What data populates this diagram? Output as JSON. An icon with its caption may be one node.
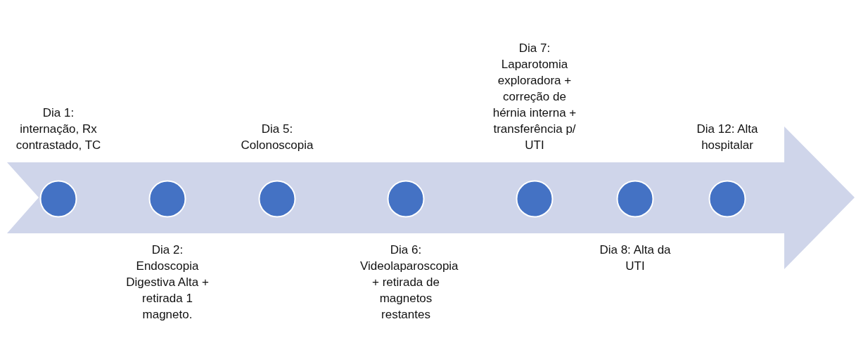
{
  "diagram": {
    "nodes": [
      {
        "text": [],
        "shape": "circle",
        "beside": [
          "Dia 1: internação, Rx contrastado, TC"
        ]
      },
      {
        "text": [],
        "shape": "circle",
        "beside": [
          "Dia 2: Endoscopia Digestiva Alta + retirada 1 magneto."
        ]
      },
      {
        "text": [],
        "shape": "circle",
        "beside": [
          "Dia 5: Colonoscopia"
        ]
      },
      {
        "text": [],
        "shape": "circle",
        "beside": [
          "Dia 6: Videolaparoscopia + retirada de magnetos restantes"
        ]
      },
      {
        "text": [],
        "shape": "circle",
        "beside": [
          "Dia 7: Laparotomia exploradora + correção de hérnia interna + transferência p/ UTI"
        ]
      },
      {
        "text": [],
        "shape": "circle",
        "beside": [
          "Dia 8: Alta da UTI"
        ]
      },
      {
        "text": [],
        "shape": "circle",
        "beside": [
          "Dia 12: Alta hospitalar"
        ]
      }
    ],
    "edges": []
  }
}
